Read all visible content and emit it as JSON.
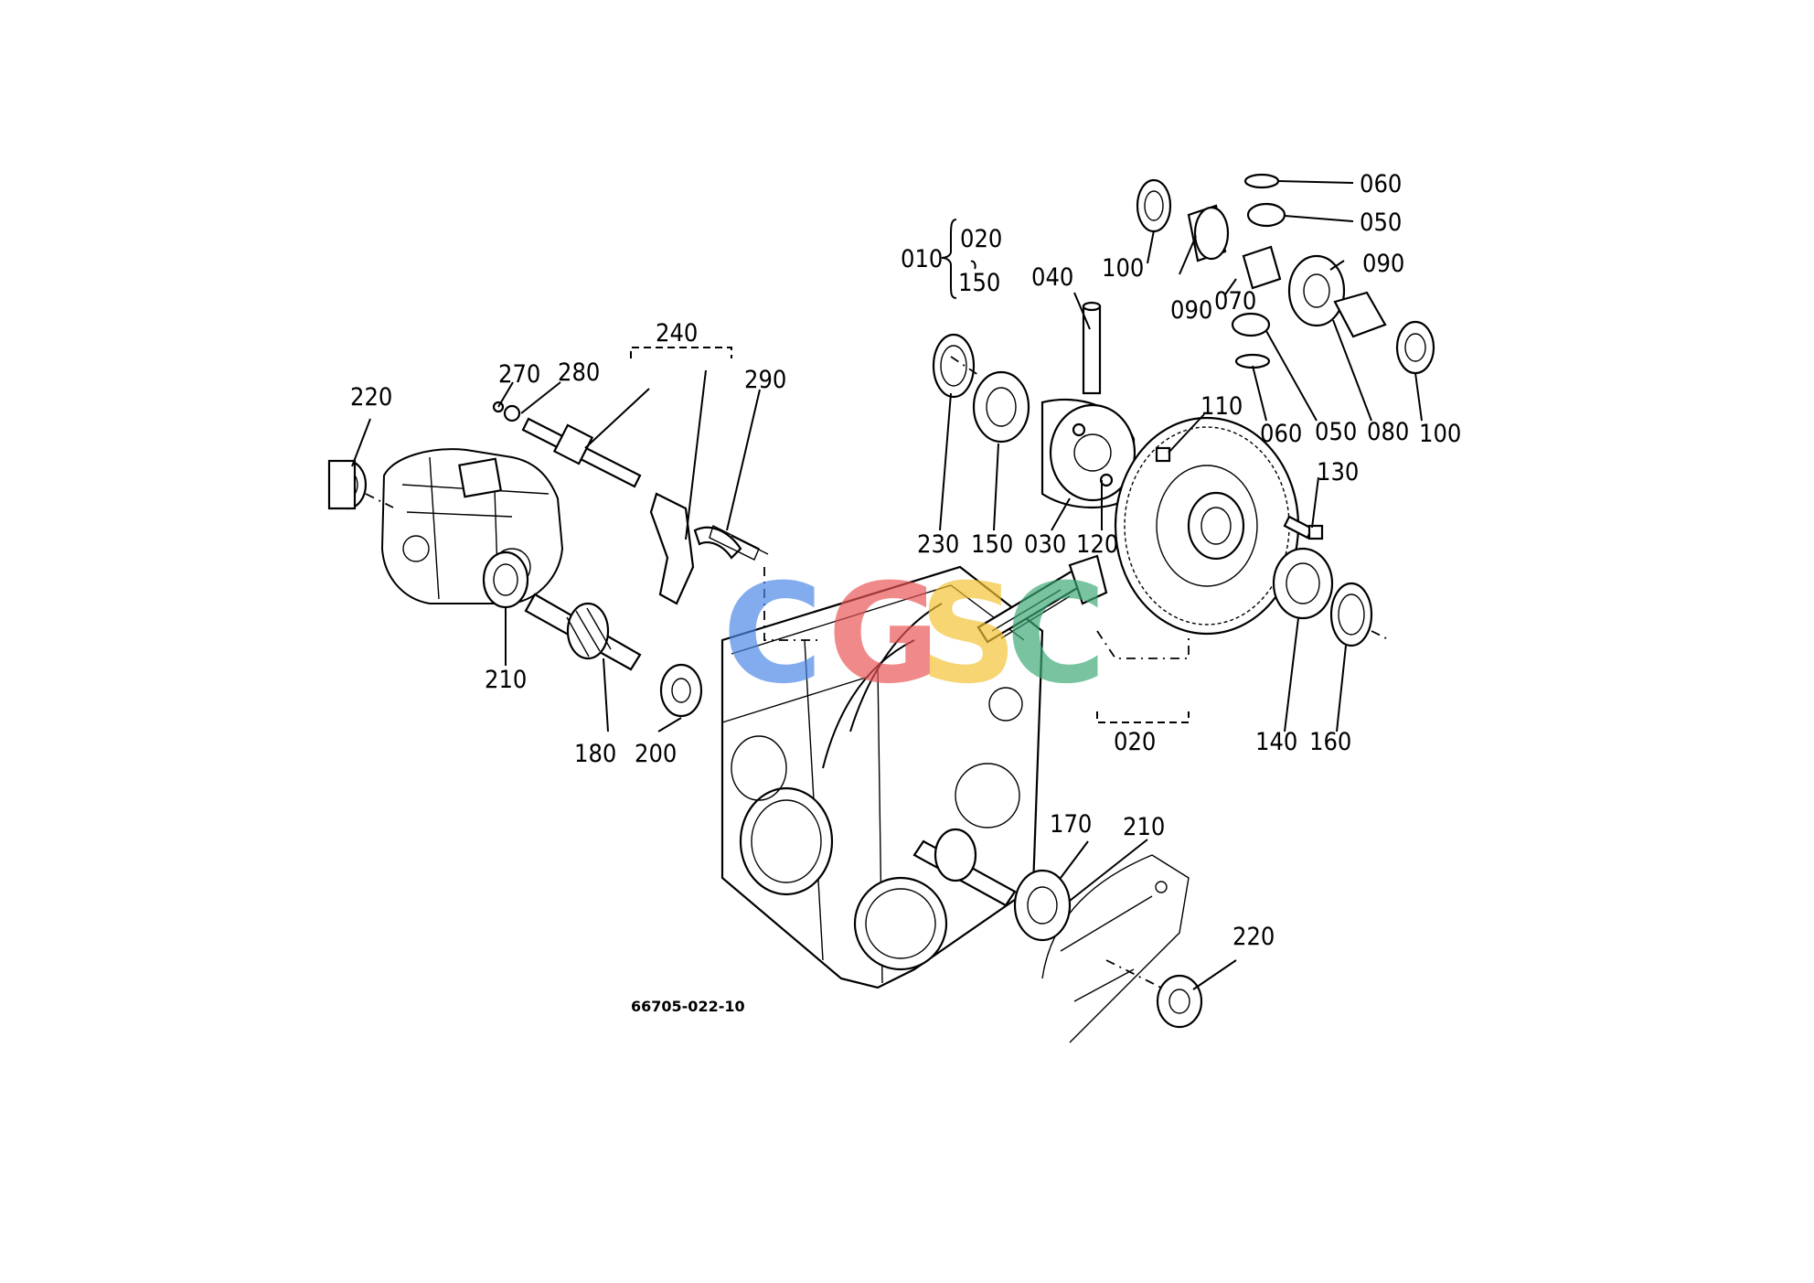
{
  "diagram": {
    "drawing_number": "66705-022-10",
    "callouts": {
      "c010": "010",
      "c020_brace": "020",
      "c150_brace": "150",
      "c040": "040",
      "c100_top": "100",
      "c090_left": "090",
      "c070": "070",
      "c060_top": "060",
      "c050_top": "050",
      "c090_right": "090",
      "c060_bottom": "060",
      "c050_bottom": "050",
      "c080": "080",
      "c100_right": "100",
      "c110": "110",
      "c130": "130",
      "c230": "230",
      "c150": "150",
      "c030": "030",
      "c120": "120",
      "c140": "140",
      "c160": "160",
      "c020": "020",
      "c240": "240",
      "c270": "270",
      "c280": "280",
      "c290": "290",
      "c220_left": "220",
      "c210_left": "210",
      "c180": "180",
      "c200": "200",
      "c170": "170",
      "c210_right": "210",
      "c220_right": "220"
    },
    "watermark": {
      "letters": [
        "C",
        "G",
        "S",
        "C"
      ],
      "colors": [
        "#4a86e8",
        "#ea5454",
        "#f2c230",
        "#3aa774"
      ]
    }
  }
}
